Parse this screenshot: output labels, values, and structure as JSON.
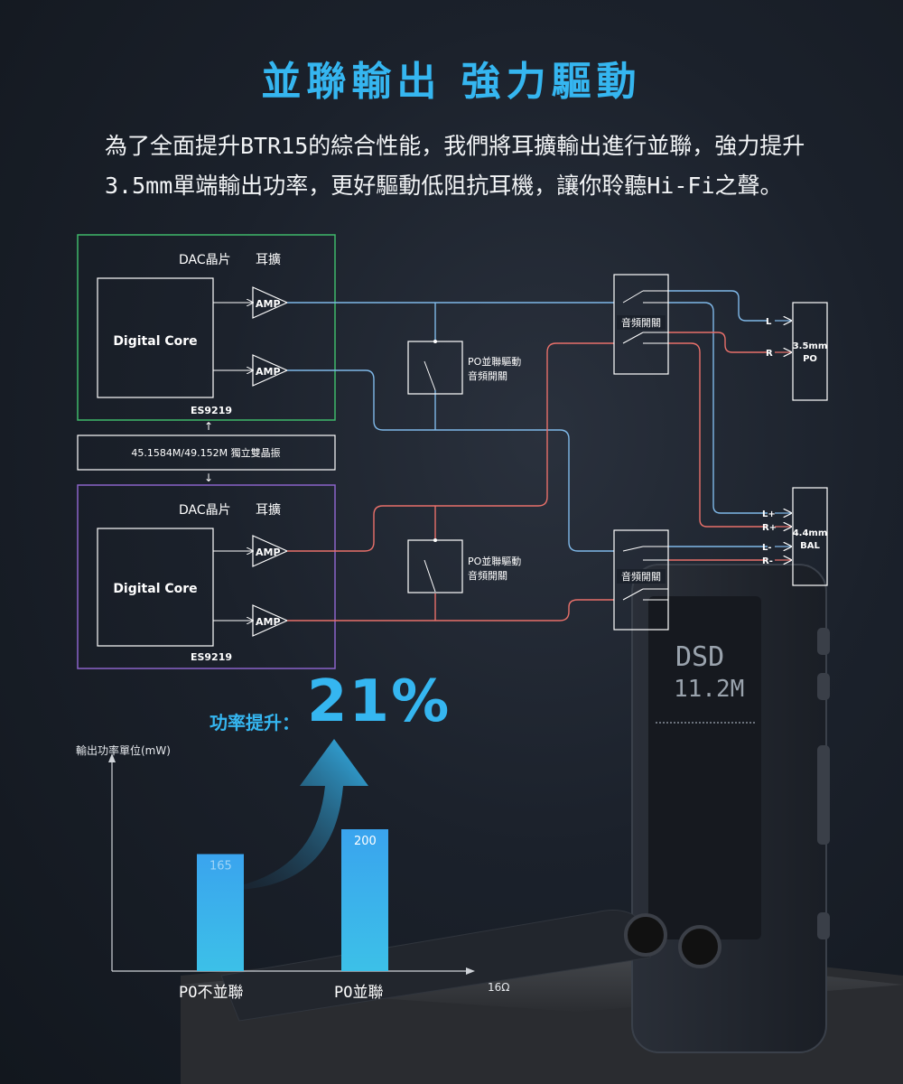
{
  "title": "並聯輸出  強力驅動",
  "intro": "為了全面提升BTR15的綜合性能，我們將耳擴輸出進行並聯，強力提升3.5mm單端輸出功率，更好驅動低阻抗耳機，讓你聆聽Hi-Fi之聲。",
  "diagram": {
    "chip_top": {
      "dac_label": "DAC晶片",
      "amp_label": "耳擴",
      "core": "Digital Core",
      "model": "ES9219",
      "amp1": "AMP",
      "amp2": "AMP"
    },
    "oscillator": "45.1584M/49.152M 獨立雙晶振",
    "chip_bottom": {
      "dac_label": "DAC晶片",
      "amp_label": "耳擴",
      "core": "Digital Core",
      "model": "ES9219",
      "amp1": "AMP",
      "amp2": "AMP"
    },
    "switch_po_top": "PO並聯驅動\n音頻開關",
    "switch_po_bottom": "PO並聯驅動\n音頻開關",
    "audio_switch_top": "音頻開關",
    "audio_switch_bottom": "音頻開關",
    "port_35": {
      "name": "3.5mm\nPO",
      "pins": [
        "L",
        "R"
      ]
    },
    "port_44": {
      "name": "4.4mm\nBAL",
      "pins": [
        "L+",
        "R+",
        "L-",
        "R-"
      ]
    },
    "colors": {
      "blue_line": "#7fb8e8",
      "red_line": "#e8706a",
      "green_box": "#3fb86a",
      "purple_box": "#8a63c9",
      "accent": "#35b6f0"
    }
  },
  "screen": {
    "line1": "DSD",
    "line2": "11.2M"
  },
  "power": {
    "label": "功率提升：",
    "value": "21%"
  },
  "chart_data": {
    "type": "bar",
    "ylabel": "輸出功率單位(mW)",
    "xlabel": "16Ω",
    "categories": [
      "PO不並聯",
      "PO並聯"
    ],
    "values": [
      165,
      200
    ],
    "colors": [
      "#3ea6ee",
      "#3ab0ea"
    ]
  }
}
